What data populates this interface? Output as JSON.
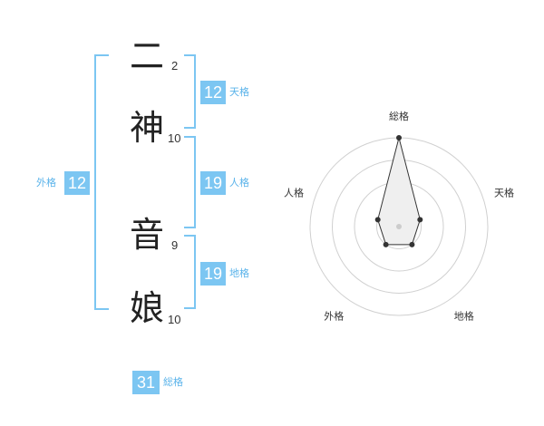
{
  "name": {
    "characters": [
      {
        "char": "二",
        "strokes": "2"
      },
      {
        "char": "神",
        "strokes": "10"
      },
      {
        "char": "音",
        "strokes": "9"
      },
      {
        "char": "娘",
        "strokes": "10"
      }
    ]
  },
  "fortunes": {
    "tenkaku": {
      "value": "12",
      "label": "天格"
    },
    "jinkaku": {
      "value": "19",
      "label": "人格"
    },
    "chikaku": {
      "value": "19",
      "label": "地格"
    },
    "gaikaku": {
      "value": "12",
      "label": "外格"
    },
    "soukaku": {
      "value": "31",
      "label": "総格"
    }
  },
  "chart_data": {
    "type": "radar",
    "axes": [
      "総格",
      "天格",
      "地格",
      "外格",
      "人格"
    ],
    "values": [
      4,
      1,
      1,
      1,
      1
    ],
    "max": 4,
    "rings": 4,
    "colors": {
      "ring": "#d0d0d0",
      "fill": "#efefef",
      "line": "#333333",
      "point": "#333333",
      "center": "#cccccc"
    }
  },
  "colors": {
    "accent": "#7cc6f2"
  }
}
